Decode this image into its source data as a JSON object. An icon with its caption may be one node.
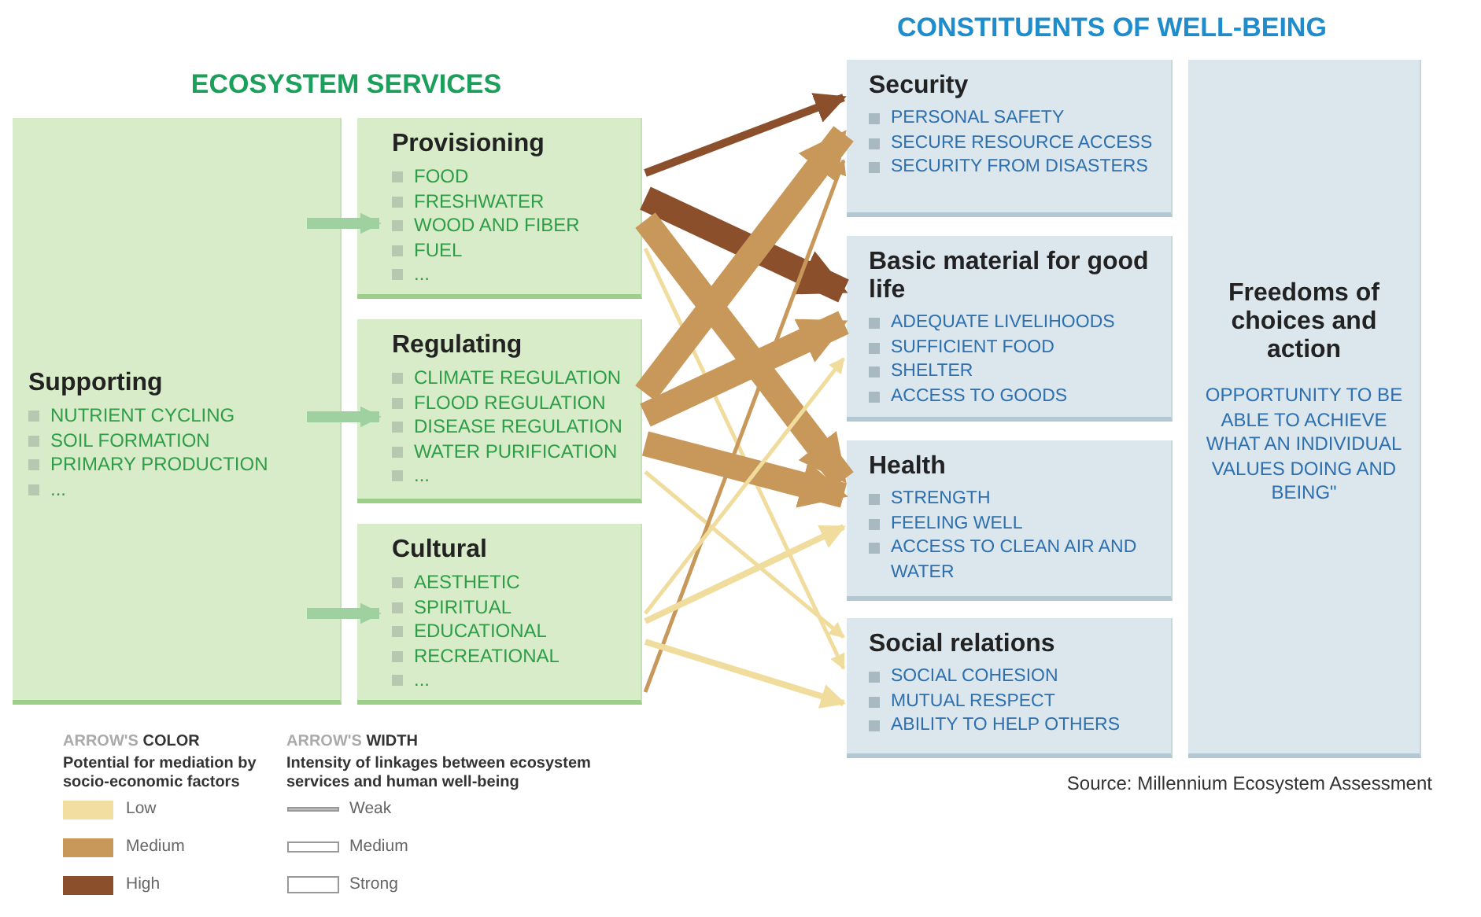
{
  "diagram": {
    "nodes": [
      {
        "text": [
          "Supporting",
          "NUTRIENT CYCLING",
          "SOIL FORMATION",
          "PRIMARY PRODUCTION",
          "..."
        ]
      },
      {
        "text": [
          "Provisioning",
          "FOOD",
          "FRESHWATER",
          "WOOD AND FIBER",
          "FUEL",
          "..."
        ]
      },
      {
        "text": [
          "Regulating",
          "CLIMATE REGULATION",
          "FLOOD REGULATION",
          "DISEASE REGULATION",
          "WATER PURIFICATION",
          "..."
        ]
      },
      {
        "text": [
          "Cultural",
          "AESTHETIC",
          "SPIRITUAL",
          "EDUCATIONAL",
          "RECREATIONAL",
          "..."
        ]
      },
      {
        "text": [
          "Security",
          "PERSONAL SAFETY",
          "SECURE RESOURCE ACCESS",
          "SECURITY FROM DISASTERS"
        ]
      },
      {
        "text": [
          "Basic material for good life",
          "ADEQUATE LIVELIHOODS",
          "SUFFICIENT FOOD",
          "SHELTER",
          "ACCESS TO GOODS"
        ]
      },
      {
        "text": [
          "Health",
          "STRENGTH",
          "FEELING WELL",
          "ACCESS TO CLEAN AIR AND WATER"
        ]
      },
      {
        "text": [
          "Social relations",
          "SOCIAL COHESION",
          "MUTUAL RESPECT",
          "ABILITY TO HELP OTHERS"
        ]
      },
      {
        "text": [
          "Freedoms of choices and action",
          "OPPORTUNITY TO BE ABLE TO ACHIEVE WHAT AN INDIVIDUAL VALUES DOING AND BEING\""
        ]
      }
    ],
    "edges": [
      {
        "from": 0,
        "to": 1,
        "arrow": "to",
        "color": "#9fd0a0"
      },
      {
        "from": 0,
        "to": 2,
        "arrow": "to",
        "color": "#9fd0a0"
      },
      {
        "from": 0,
        "to": 3,
        "arrow": "to",
        "color": "#9fd0a0"
      },
      {
        "from": 1,
        "to": 4,
        "arrow": "to",
        "color": "#8b4f2c"
      },
      {
        "from": 1,
        "to": 5,
        "arrow": "to",
        "style": "thick",
        "color": "#8b4f2c"
      },
      {
        "from": 1,
        "to": 6,
        "arrow": "to",
        "style": "thick",
        "color": "#c8985a"
      },
      {
        "from": 1,
        "to": 7,
        "arrow": "to",
        "color": "#f0dc9c"
      },
      {
        "from": 2,
        "to": 4,
        "arrow": "to",
        "style": "thick",
        "color": "#c8985a"
      },
      {
        "from": 2,
        "to": 5,
        "arrow": "to",
        "style": "thick",
        "color": "#c8985a"
      },
      {
        "from": 2,
        "to": 6,
        "arrow": "to",
        "style": "thick",
        "color": "#c8985a"
      },
      {
        "from": 2,
        "to": 7,
        "arrow": "to",
        "color": "#f0dc9c"
      },
      {
        "from": 3,
        "to": 4,
        "arrow": "to",
        "color": "#c8985a"
      },
      {
        "from": 3,
        "to": 5,
        "arrow": "to",
        "color": "#f0dc9c"
      },
      {
        "from": 3,
        "to": 6,
        "arrow": "to",
        "color": "#f0dc9c"
      },
      {
        "from": 3,
        "to": 7,
        "arrow": "to",
        "color": "#f0dc9c"
      }
    ],
    "labels": [
      "CONSTITUENTS OF WELL-BEING",
      "ECOSYSTEM SERVICES",
      "ARROW'S **COLOR**",
      "Potential for mediation by socio-economic factors",
      "ARROW'S **WIDTH**",
      "Intensity of linkages between ecosystem services and human well-being",
      "Source: Millennium Ecosystem Assessment"
    ],
    "legend": [
      {
        "text": "Low",
        "color": "#f1dea0"
      },
      {
        "text": "Medium",
        "color": "#c8985a"
      },
      {
        "text": "High",
        "color": "#8b4f2c"
      },
      {
        "text": "Weak"
      },
      {
        "text": "Medium"
      },
      {
        "text": "Strong"
      }
    ]
  }
}
